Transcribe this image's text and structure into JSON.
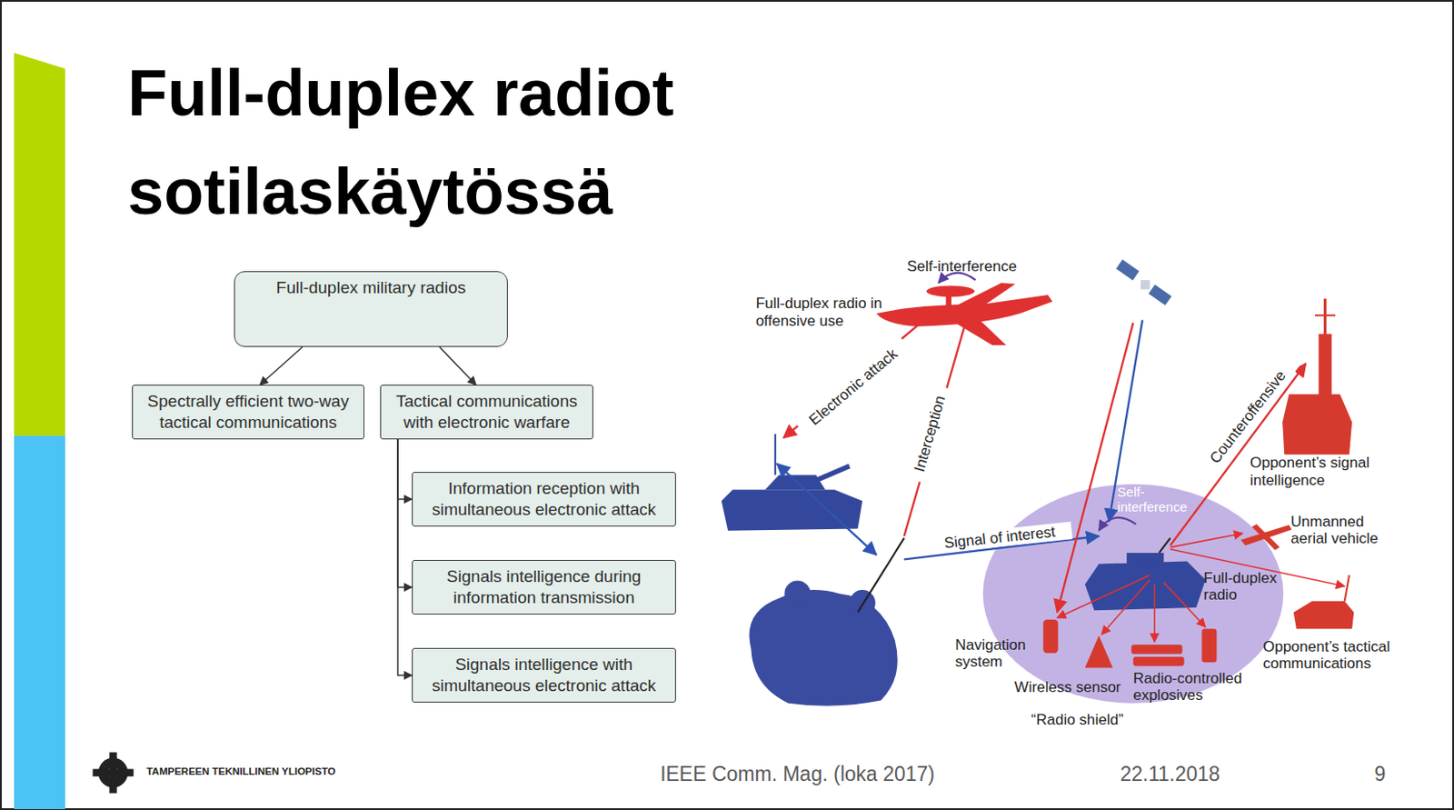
{
  "diagram": {
    "title": "Full-duplex radiot sotilaskäytössä",
    "nodes": [
      {
        "text": [
          "Full-duplex military radios"
        ]
      },
      {
        "text": [
          "Spectrally efficient two-way tactical communications"
        ]
      },
      {
        "text": [
          "Tactical communications with electronic warfare"
        ]
      },
      {
        "text": [
          "Information reception with simultaneous electronic attack"
        ]
      },
      {
        "text": [
          "Signals intelligence during information transmission"
        ]
      },
      {
        "text": [
          "Signals intelligence with simultaneous electronic attack"
        ]
      }
    ],
    "edges": [
      {
        "from": 0,
        "to": 1,
        "arrow": "to"
      },
      {
        "from": 0,
        "to": 2,
        "arrow": "to"
      },
      {
        "from": 2,
        "to": 3,
        "arrow": "to"
      },
      {
        "from": 2,
        "to": 4,
        "arrow": "to"
      },
      {
        "from": 2,
        "to": 5,
        "arrow": "to"
      }
    ],
    "labels": [
      "Self-interference",
      "Full-duplex radio in offensive use",
      "Electronic attack",
      "Interception",
      "Signal of interest",
      "Counteroffensive",
      "Self-interference",
      "Opponent’s signal intelligence",
      "Unmanned aerial vehicle",
      "Full-duplex radio",
      "Opponent’s tactical communications",
      "Navigation system",
      "Wireless sensor",
      "Radio-controlled explosives",
      "“Radio shield”",
      "TAMPEREEN TEKNILLINEN YLIOPISTO",
      "IEEE Comm. Mag. (loka 2017)",
      "22.11.2018",
      "9"
    ]
  }
}
